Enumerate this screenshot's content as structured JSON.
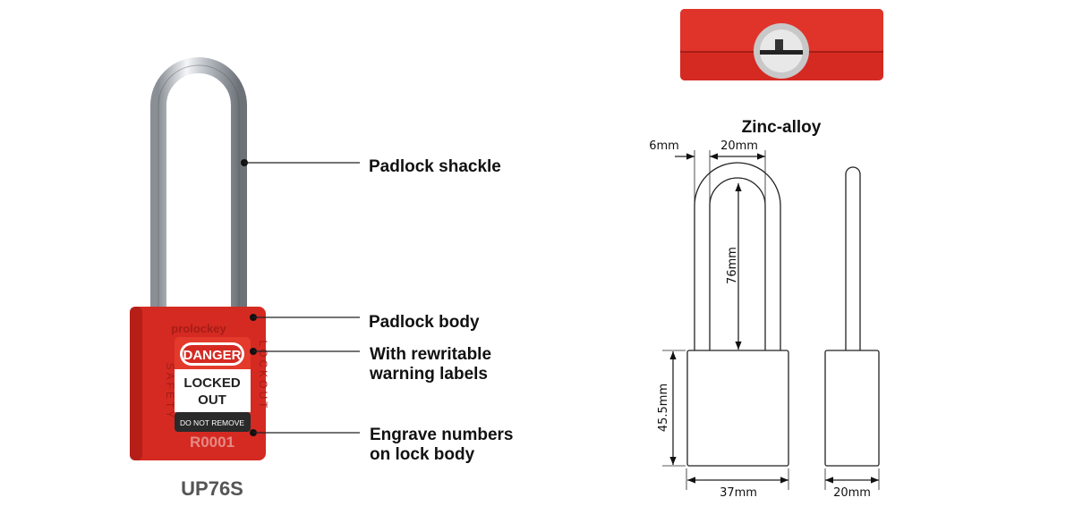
{
  "product": {
    "model": "UP76S",
    "brand_engraving": "prolockey",
    "side_text_left": "SAFETY",
    "side_text_right": "LOCKOUT",
    "label_header": "DANGER",
    "label_line1": "LOCKED",
    "label_line2": "OUT",
    "label_footer": "DO NOT REMOVE",
    "engraved_number": "R0001",
    "body_color": "#d42a22"
  },
  "callouts": [
    {
      "lines": [
        "Padlock shackle"
      ]
    },
    {
      "lines": [
        "Padlock body"
      ]
    },
    {
      "lines": [
        "With rewritable",
        "warning labels"
      ]
    },
    {
      "lines": [
        "Engrave numbers",
        "on lock body"
      ]
    }
  ],
  "material": {
    "label": "Zinc-alloy"
  },
  "dimensions": {
    "shackle_diameter": "6mm",
    "shackle_inner_width": "20mm",
    "shackle_clearance": "76mm",
    "body_height": "45.5mm",
    "body_width": "37mm",
    "body_depth": "20mm"
  }
}
